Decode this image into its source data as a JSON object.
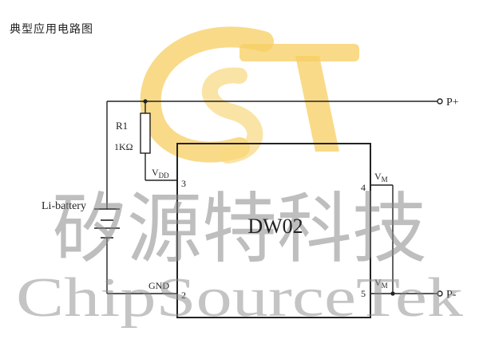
{
  "title": "典型应用电路图",
  "watermark": {
    "cn": "矽源特科技",
    "en": "ChipSourceTek",
    "logo_colors": [
      "#f6c646",
      "#fbe7b0"
    ],
    "text_color": "#8a8a8a"
  },
  "terminals": {
    "p_plus": "P+",
    "p_minus": "P-"
  },
  "resistor": {
    "name": "R1",
    "value": "1KΩ"
  },
  "battery_label": "Li-battery",
  "chip": {
    "name": "DW02",
    "pins": [
      {
        "num": "3",
        "label": "VDD"
      },
      {
        "num": "2",
        "label": "GND"
      },
      {
        "num": "4",
        "label": "VM"
      },
      {
        "num": "5",
        "label": "VM"
      }
    ]
  },
  "colors": {
    "line": "#222222"
  }
}
